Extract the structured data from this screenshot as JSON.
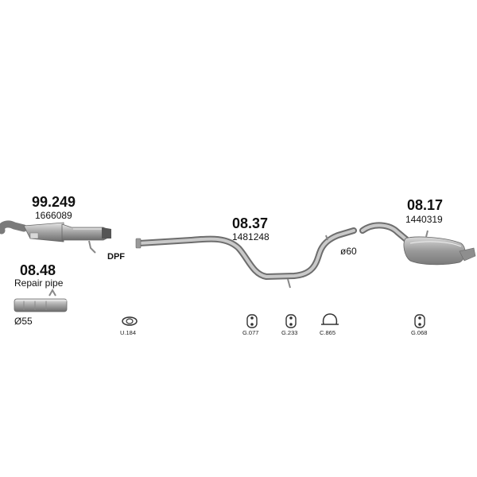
{
  "parts": {
    "catalyst": {
      "code": "99.249",
      "number": "1666089",
      "note": "DPF"
    },
    "repair_pipe": {
      "code": "08.48",
      "desc": "Repair pipe",
      "diameter": "Ø55"
    },
    "middle_pipe": {
      "code": "08.37",
      "number": "1481248",
      "diameter": "ø60"
    },
    "rear_silencer": {
      "code": "08.17",
      "number": "1440319"
    }
  },
  "fittings": [
    {
      "code": "U.184"
    },
    {
      "code": "G.077"
    },
    {
      "code": "G.233"
    },
    {
      "code": "C.865"
    },
    {
      "code": "G.068"
    }
  ]
}
